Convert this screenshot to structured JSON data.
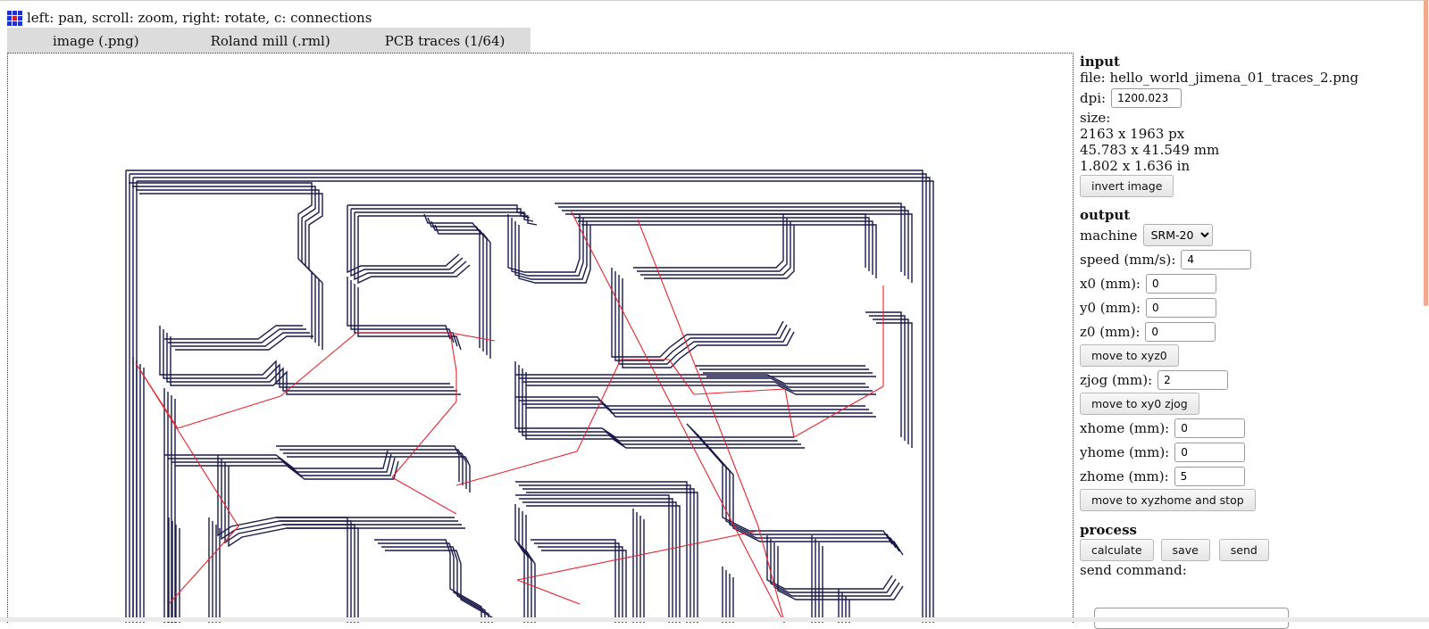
{
  "help_text": "left: pan, scroll: zoom, right: rotate, c: connections",
  "tabs": [
    "image (.png)",
    "Roland mill (.rml)",
    "PCB traces (1/64)"
  ],
  "input": {
    "title": "input",
    "file_label": "file:",
    "file_name": "hello_world_jimena_01_traces_2.png",
    "dpi_label": "dpi:",
    "dpi_value": "1200.023",
    "size_label": "size:",
    "size_px": "2163 x 1963 px",
    "size_mm": "45.783 x 41.549 mm",
    "size_in": "1.802 x 1.636 in",
    "invert_button": "invert image"
  },
  "output": {
    "title": "output",
    "machine_label": "machine",
    "machine_value": "SRM-20",
    "speed_label": "speed (mm/s):",
    "speed_value": "4",
    "x0_label": "x0 (mm):",
    "x0_value": "0",
    "y0_label": "y0 (mm):",
    "y0_value": "0",
    "z0_label": "z0 (mm):",
    "z0_value": "0",
    "move_xyz0_button": "move to xyz0",
    "zjog_label": "zjog (mm):",
    "zjog_value": "2",
    "move_xy0_zjog_button": "move to xy0 zjog",
    "xhome_label": "xhome (mm):",
    "xhome_value": "0",
    "yhome_label": "yhome (mm):",
    "yhome_value": "0",
    "zhome_label": "zhome (mm):",
    "zhome_value": "5",
    "move_home_button": "move to xyzhome and stop"
  },
  "process": {
    "title": "process",
    "calculate_button": "calculate",
    "save_button": "save",
    "send_button": "send",
    "send_command_label": "send command:"
  },
  "colors": {
    "toolpath": "#1a1a4a",
    "connection": "#e8232b",
    "tab_bg": "#dcdcdc",
    "scroll_thumb": "#f4a98e"
  },
  "icons": {
    "app_logo": "app-logo-icon"
  }
}
